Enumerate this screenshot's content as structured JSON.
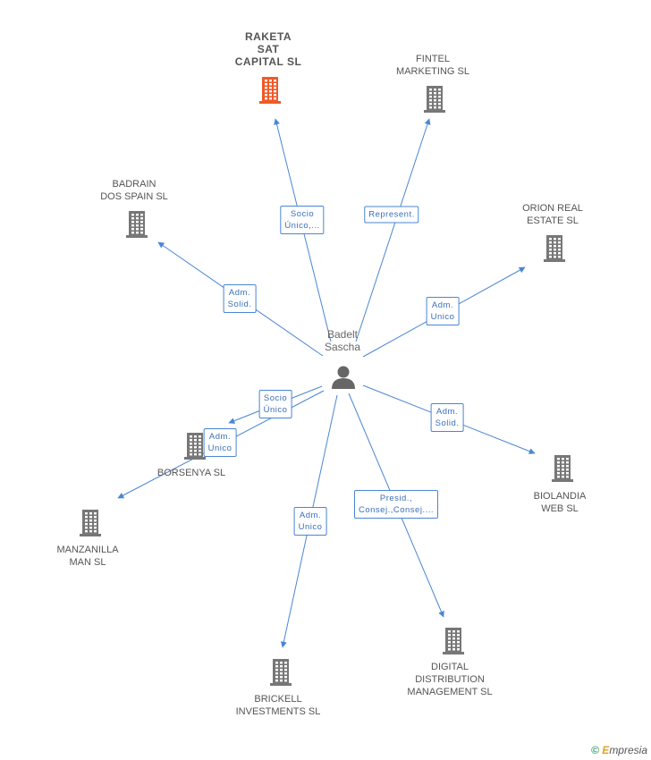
{
  "center": {
    "name": "Badelt\nSascha",
    "icon": "person-icon"
  },
  "companies": [
    {
      "id": "raketa",
      "label": "RAKETA\nSAT\nCAPITAL  SL",
      "highlight": true,
      "icon": "building-icon"
    },
    {
      "id": "fintel",
      "label": "FINTEL\nMARKETING SL",
      "highlight": false,
      "icon": "building-icon"
    },
    {
      "id": "badrain",
      "label": "BADRAIN\nDOS SPAIN SL",
      "highlight": false,
      "icon": "building-icon"
    },
    {
      "id": "orion",
      "label": "ORION REAL\nESTATE SL",
      "highlight": false,
      "icon": "building-icon"
    },
    {
      "id": "borsenya",
      "label": "BORSENYA  SL",
      "highlight": false,
      "icon": "building-icon"
    },
    {
      "id": "manzanilla",
      "label": "MANZANILLA\nMAN SL",
      "highlight": false,
      "icon": "building-icon"
    },
    {
      "id": "biolandia",
      "label": "BIOLANDIA\nWEB SL",
      "highlight": false,
      "icon": "building-icon"
    },
    {
      "id": "brickell",
      "label": "BRICKELL\nINVESTMENTS SL",
      "highlight": false,
      "icon": "building-icon"
    },
    {
      "id": "digital",
      "label": "DIGITAL\nDISTRIBUTION\nMANAGEMENT SL",
      "highlight": false,
      "icon": "building-icon"
    }
  ],
  "edges": [
    {
      "to": "raketa",
      "label": "Socio\nÚnico,..."
    },
    {
      "to": "fintel",
      "label": "Represent."
    },
    {
      "to": "badrain",
      "label": "Adm.\nSolid."
    },
    {
      "to": "orion",
      "label": "Adm.\nUnico"
    },
    {
      "to": "borsenya",
      "label": "Socio\nÚnico"
    },
    {
      "to": "manzanilla",
      "label": "Adm.\nUnico"
    },
    {
      "to": "biolandia",
      "label": "Adm.\nSolid."
    },
    {
      "to": "brickell",
      "label": "Adm.\nUnico"
    },
    {
      "to": "digital",
      "label": "Presid.,\nConsej.,Consej...."
    }
  ],
  "colors": {
    "edge": "#4a86d4",
    "building": "#777777",
    "highlight": "#f05a28",
    "person": "#666666"
  },
  "footer": {
    "copyright": "©",
    "brand_initial": "E",
    "brand_rest": "mpresia"
  }
}
